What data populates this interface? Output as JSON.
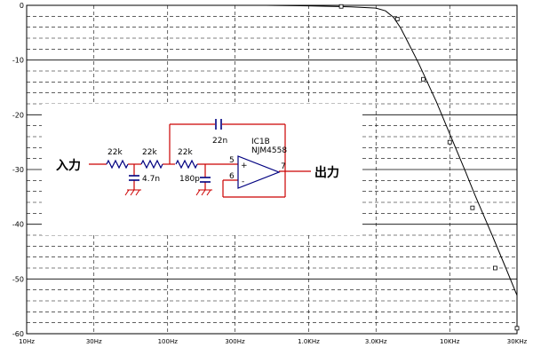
{
  "chart_data": {
    "type": "line",
    "title": "",
    "xlabel": "",
    "ylabel": "",
    "x_scale": "log",
    "xlim": [
      10,
      30000
    ],
    "ylim": [
      -60,
      0
    ],
    "grid": true,
    "x_ticks": [
      {
        "value": 10,
        "label": "10Hz"
      },
      {
        "value": 30,
        "label": "30Hz"
      },
      {
        "value": 100,
        "label": "100Hz"
      },
      {
        "value": 300,
        "label": "300Hz"
      },
      {
        "value": 1000,
        "label": "1.0KHz"
      },
      {
        "value": 3000,
        "label": "3.0KHz"
      },
      {
        "value": 10000,
        "label": "10KHz"
      },
      {
        "value": 30000,
        "label": "30KHz"
      }
    ],
    "y_ticks": [
      {
        "value": 0,
        "label": "0"
      },
      {
        "value": -10,
        "label": "-10"
      },
      {
        "value": -20,
        "label": "-20"
      },
      {
        "value": -30,
        "label": "-30"
      },
      {
        "value": -40,
        "label": "-40"
      },
      {
        "value": -50,
        "label": "-50"
      },
      {
        "value": -60,
        "label": "-60"
      }
    ],
    "series": [
      {
        "color": "#000000",
        "x": [
          10,
          100,
          500,
          1000,
          1500,
          2000,
          3000,
          3500,
          4000,
          4500,
          5000,
          6000,
          8000,
          10000,
          13000,
          15000,
          20000,
          25000,
          30000
        ],
        "y": [
          0,
          0,
          0,
          -0.1,
          -0.2,
          -0.3,
          -0.5,
          -1.0,
          -2.2,
          -4.2,
          -6.5,
          -10.5,
          -17.5,
          -23.5,
          -30.5,
          -34.5,
          -42,
          -48,
          -53
        ]
      }
    ],
    "markers": [
      {
        "x": 1700,
        "y": -0.2
      },
      {
        "x": 4250,
        "y": -2.5
      },
      {
        "x": 6500,
        "y": -13.5
      },
      {
        "x": 10000,
        "y": -25
      },
      {
        "x": 14500,
        "y": -37
      },
      {
        "x": 21000,
        "y": -48
      },
      {
        "x": 30000,
        "y": -59
      }
    ]
  },
  "schematic": {
    "input_label": "入力",
    "output_label": "出力",
    "r1": "22k",
    "r2": "22k",
    "r3": "22k",
    "c1": "4.7n",
    "c2": "180p",
    "c_feedback": "22n",
    "opamp_ref": "IC1B",
    "opamp_part": "NJM4558",
    "pin_plus": "5",
    "pin_minus": "6",
    "pin_out": "7",
    "plus_sign": "+",
    "minus_sign": "-",
    "wire_color": "#cc0000",
    "part_color": "#000080"
  }
}
